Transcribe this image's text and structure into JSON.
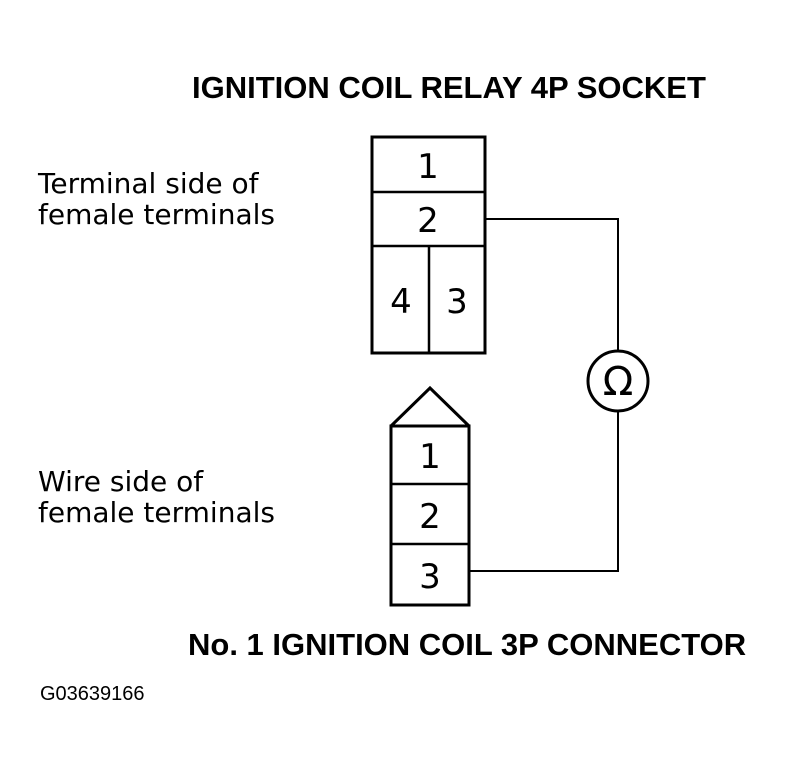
{
  "diagram": {
    "relay_title": "IGNITION COIL RELAY 4P SOCKET",
    "relay_side_label": [
      "Terminal side of",
      "female terminals"
    ],
    "relay_terminals": {
      "t1": "1",
      "t2": "2",
      "t4": "4",
      "t3": "3"
    },
    "ohmmeter_symbol": "Ω",
    "connector_side_label": [
      "Wire side of",
      "female terminals"
    ],
    "connector_terminals": {
      "t1": "1",
      "t2": "2",
      "t3": "3"
    },
    "connector_title": "No. 1 IGNITION COIL 3P CONNECTOR",
    "figure_code": "G03639166"
  }
}
